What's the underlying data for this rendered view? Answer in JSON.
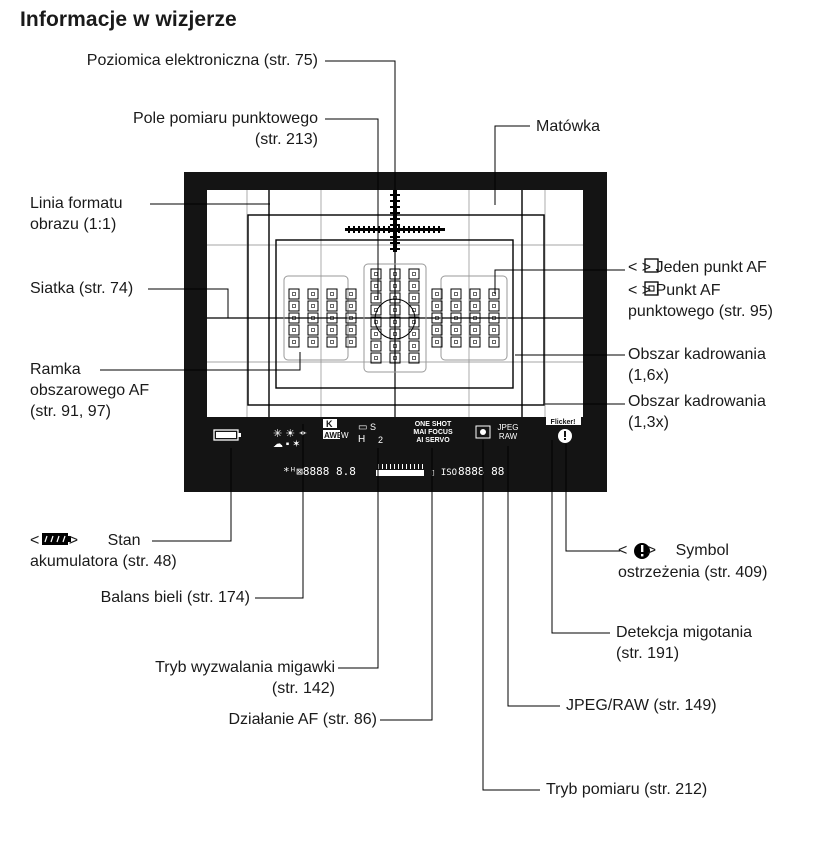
{
  "title": "Informacje w wizjerze",
  "labels": {
    "level": "Poziomica elektroniczna (str. 75)",
    "spot1": "Pole pomiaru punktowego",
    "spot2": "(str. 213)",
    "screen": "Matówka",
    "aspect1": "Linia formatu",
    "aspect2": "obrazu (1:1)",
    "grid": "Siatka (str. 74)",
    "zone1": "Ramka",
    "zone2": "obszarowego AF",
    "zone3": "(str. 91, 97)",
    "afpoint1": "< > Jeden punkt AF",
    "afpoint2": "< > Punkt AF",
    "afpoint3": "punktowego (str. 95)",
    "crop16a": "Obszar kadrowania",
    "crop16b": "(1,6x)",
    "crop13a": "Obszar kadrowania",
    "crop13b": "(1,3x)",
    "battery1": "< > Stan",
    "battery2": "akumulatora (str. 48)",
    "warning1": "< > Symbol",
    "warning2": "ostrzeżenia (str. 409)",
    "wb": "Balans bieli (str. 174)",
    "flicker1": "Detekcja migotania",
    "flicker2": "(str. 191)",
    "drive1": "Tryb wyzwalania migawki",
    "drive2": "(str. 142)",
    "jpegraw": "JPEG/RAW (str. 149)",
    "af": "Działanie AF (str. 86)",
    "metering": "Tryb pomiaru (str. 212)"
  },
  "viewfinder": {
    "af_modes": [
      "ONE SHOT",
      "MAI FOCUS",
      "AI SERVO"
    ],
    "jpeg": "JPEG",
    "raw": "RAW",
    "flicker": "Flicker!",
    "wb_awb": "AWB",
    "wb_w": "W",
    "wb_k": "K",
    "drive_h": "H",
    "drive_s": "S",
    "drive_2": "2",
    "readout": "*ᴴ⊠8888  8.8",
    "readout_right": "8888  88"
  },
  "icons": {
    "battery": "battery-icon",
    "warning": "exclamation-warning-icon",
    "af_point_single": "square-af-point-icon",
    "af_point_spot": "dotted-square-af-point-icon",
    "metering": "evaluative-metering-icon"
  },
  "colors": {
    "viewfinder_bg": "#141414",
    "screen": "#ffffff",
    "line": "#000000"
  }
}
